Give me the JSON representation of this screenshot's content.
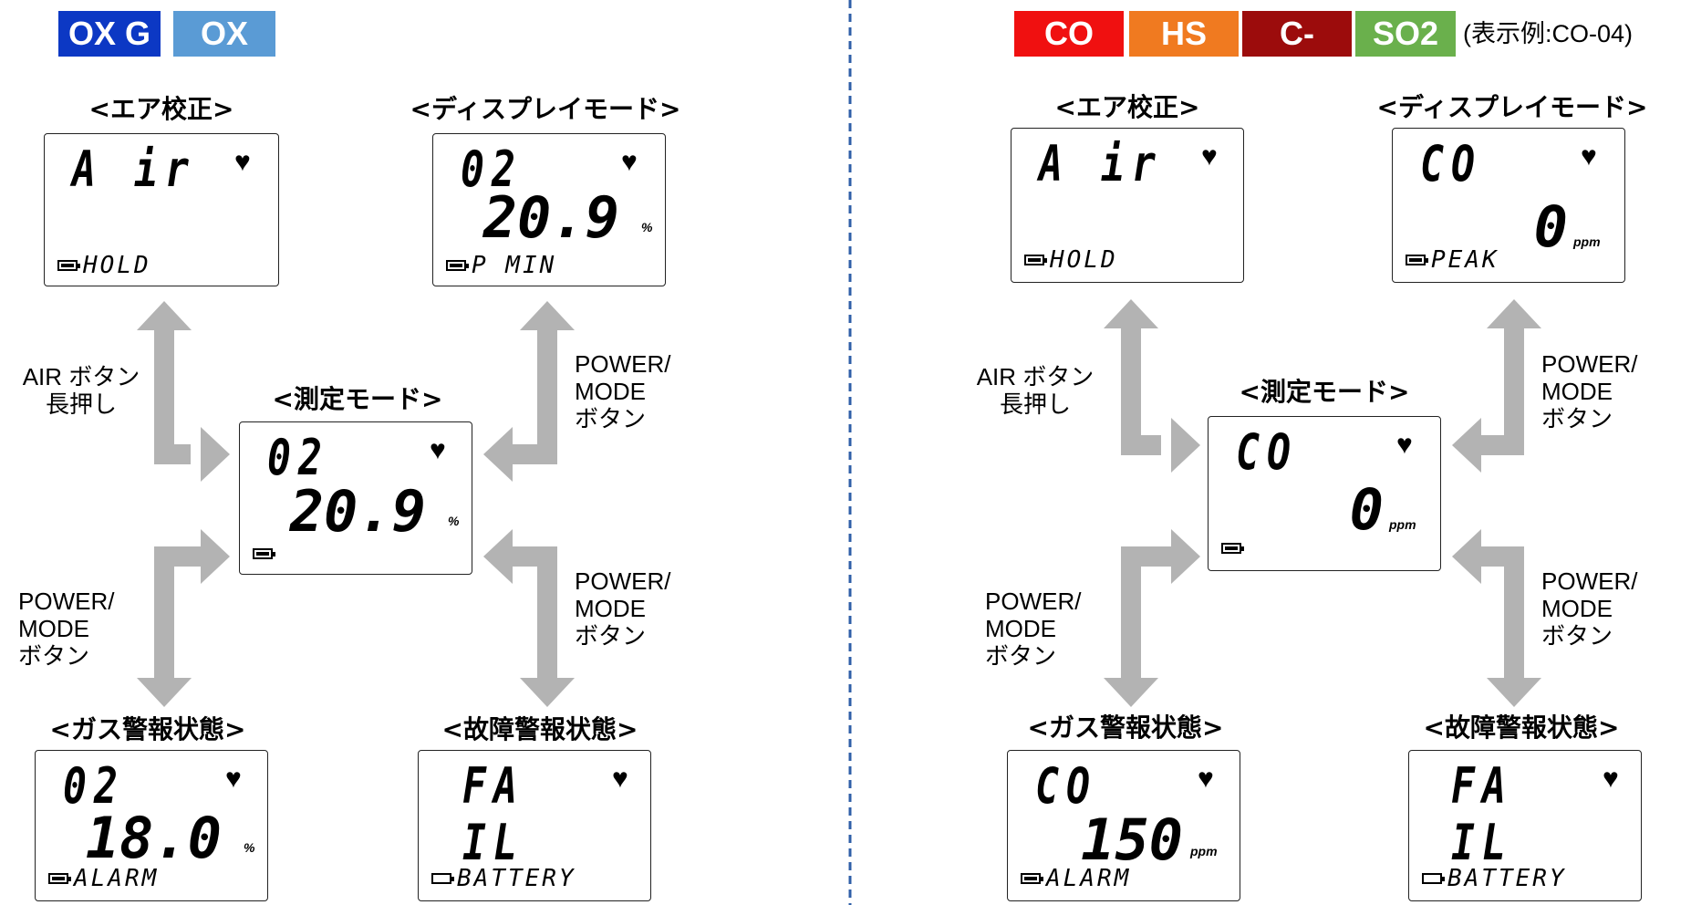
{
  "left": {
    "tags": [
      {
        "label": "OX G",
        "color": "#0c38c4"
      },
      {
        "label": "OX",
        "color": "#5a9bd5"
      }
    ],
    "screens": {
      "air": {
        "title": "<エア校正>",
        "gas": "A ir",
        "value": "",
        "unit": "",
        "status": "HOLD"
      },
      "display": {
        "title": "<ディスプレイモード>",
        "gas": "02",
        "value": "20.9",
        "unit": "%",
        "status": "P  MIN"
      },
      "measure": {
        "title": "<測定モード>",
        "gas": "02",
        "value": "20.9",
        "unit": "%",
        "status": ""
      },
      "gas_alarm": {
        "title": "<ガス警報状態>",
        "gas": "02",
        "value": "18.0",
        "unit": "%",
        "status": "ALARM"
      },
      "fault": {
        "title": "<故障警報状態>",
        "gas": "FA IL",
        "value": "",
        "unit": "",
        "status": "BATTERY"
      }
    },
    "labels": {
      "air_long_press": [
        "AIR ボタン",
        "長押し"
      ],
      "power_mode_upper": [
        "POWER/",
        "MODE",
        "ボタン"
      ],
      "power_mode_lower_left": [
        "POWER/",
        "MODE",
        "ボタン"
      ],
      "power_mode_lower_right": [
        "POWER/",
        "MODE",
        "ボタン"
      ]
    }
  },
  "right": {
    "tags": [
      {
        "label": "CO",
        "color": "#f01010"
      },
      {
        "label": "HS",
        "color": "#f07a20"
      },
      {
        "label": "C-",
        "color": "#9c0c0c"
      },
      {
        "label": "SO2",
        "color": "#6ab04c"
      }
    ],
    "note": "(表示例:CO-04)",
    "screens": {
      "air": {
        "title": "<エア校正>",
        "gas": "A ir",
        "value": "",
        "unit": "",
        "status": "HOLD"
      },
      "display": {
        "title": "<ディスプレイモード>",
        "gas": "CO",
        "value": "0",
        "unit": "ppm",
        "status": "PEAK"
      },
      "measure": {
        "title": "<測定モード>",
        "gas": "CO",
        "value": "0",
        "unit": "ppm",
        "status": ""
      },
      "gas_alarm": {
        "title": "<ガス警報状態>",
        "gas": "CO",
        "value": "150",
        "unit": "ppm",
        "status": "ALARM"
      },
      "fault": {
        "title": "<故障警報状態>",
        "gas": "FA IL",
        "value": "",
        "unit": "",
        "status": "BATTERY"
      }
    },
    "labels": {
      "air_long_press": [
        "AIR ボタン",
        "長押し"
      ],
      "power_mode_upper": [
        "POWER/",
        "MODE",
        "ボタン"
      ],
      "power_mode_lower_left": [
        "POWER/",
        "MODE",
        "ボタン"
      ],
      "power_mode_lower_right": [
        "POWER/",
        "MODE",
        "ボタン"
      ]
    }
  },
  "colors": {
    "arrow": "#b3b3b3",
    "divider": "#2f5fa8"
  },
  "icons": {
    "heart": "heart-icon",
    "battery": "battery-icon"
  }
}
